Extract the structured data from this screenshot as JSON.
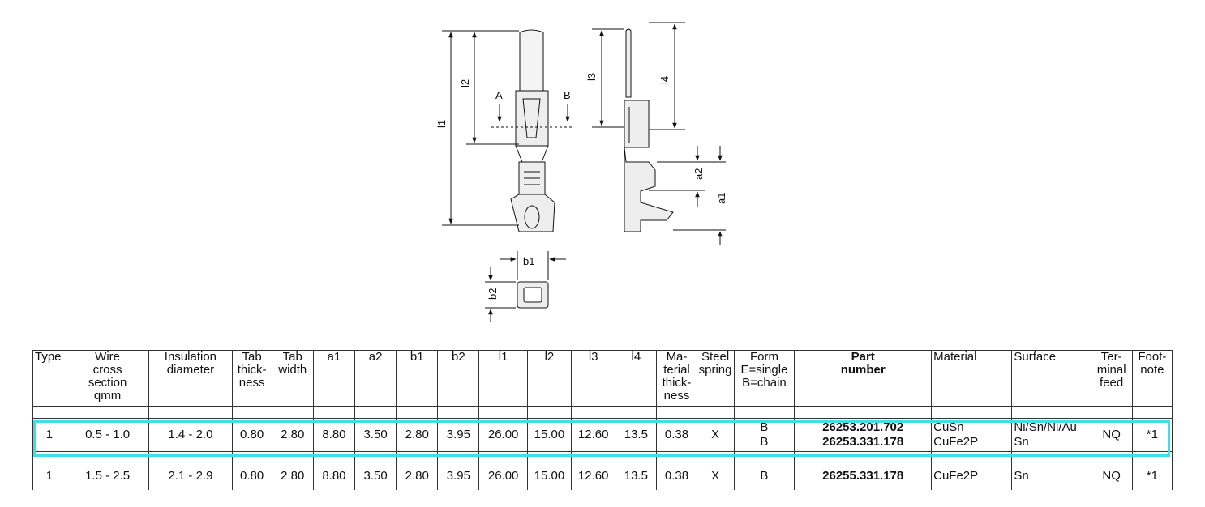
{
  "drawing": {
    "labels": {
      "l1": "l1",
      "l2": "l2",
      "l3": "l3",
      "l4": "l4",
      "a1": "a1",
      "a2": "a2",
      "b1": "b1",
      "b2": "b2",
      "section_a": "A",
      "section_b": "B"
    }
  },
  "table": {
    "headers": [
      [
        "Type"
      ],
      [
        "Wire",
        "cross",
        "section",
        "qmm"
      ],
      [
        "Insulation",
        "diameter"
      ],
      [
        "Tab",
        "thick-",
        "ness"
      ],
      [
        "Tab",
        "width"
      ],
      [
        "a1"
      ],
      [
        "a2"
      ],
      [
        "b1"
      ],
      [
        "b2"
      ],
      [
        "l1"
      ],
      [
        "l2"
      ],
      [
        "l3"
      ],
      [
        "l4"
      ],
      [
        "Ma-",
        "terial",
        "thick-",
        "ness"
      ],
      [
        "Steel",
        "spring"
      ],
      [
        "Form",
        "E=single",
        "B=chain"
      ],
      [
        "Part",
        "number"
      ],
      [
        "Material"
      ],
      [
        "Surface"
      ],
      [
        "Ter-",
        "minal",
        "feed"
      ],
      [
        "Foot-",
        "note"
      ]
    ],
    "rows": [
      {
        "type": "1",
        "wire": "0.5 - 1.0",
        "insulation": "1.4 - 2.0",
        "tab_thickness": "0.80",
        "tab_width": "2.80",
        "a1": "8.80",
        "a2": "3.50",
        "b1": "2.80",
        "b2": "3.95",
        "l1": "26.00",
        "l2": "15.00",
        "l3": "12.60",
        "l4": "13.5",
        "material_thickness": "0.38",
        "steel_spring": "X",
        "form": [
          "B",
          "B"
        ],
        "part_number": [
          "26253.201.702",
          "26253.331.178"
        ],
        "material": [
          "CuSn",
          "CuFe2P"
        ],
        "surface": [
          "Ni/Sn/Ni/Au",
          "Sn"
        ],
        "terminal_feed": "NQ",
        "footnote": "*1"
      },
      {
        "type": "1",
        "wire": "1.5 - 2.5",
        "insulation": "2.1 - 2.9",
        "tab_thickness": "0.80",
        "tab_width": "2.80",
        "a1": "8.80",
        "a2": "3.50",
        "b1": "2.80",
        "b2": "3.95",
        "l1": "26.00",
        "l2": "15.00",
        "l3": "12.60",
        "l4": "13.5",
        "material_thickness": "0.38",
        "steel_spring": "X",
        "form": [
          "B"
        ],
        "part_number": [
          "26255.331.178"
        ],
        "material": [
          "CuFe2P"
        ],
        "surface": [
          "Sn"
        ],
        "terminal_feed": "NQ",
        "footnote": "*1"
      }
    ]
  },
  "highlight_color": "#3ee0e6"
}
